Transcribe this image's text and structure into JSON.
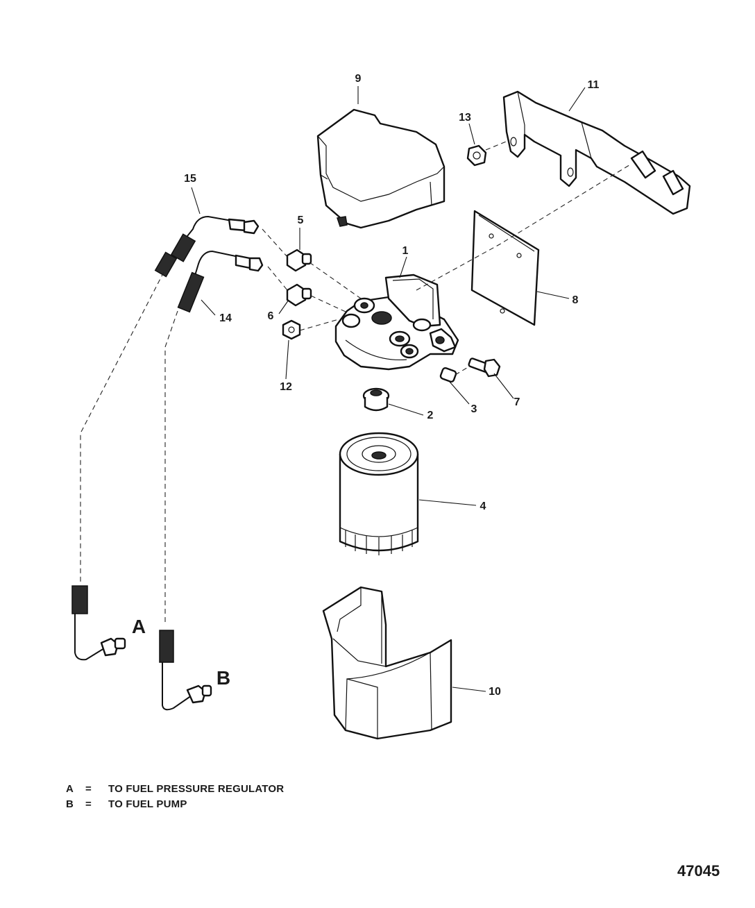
{
  "callouts": [
    "1",
    "2",
    "3",
    "4",
    "5",
    "6",
    "7",
    "8",
    "9",
    "10",
    "11",
    "12",
    "13",
    "14",
    "15"
  ],
  "connections": {
    "a": "A",
    "b": "B"
  },
  "legend": [
    {
      "key": "A",
      "sep": "=",
      "text": "TO FUEL PRESSURE REGULATOR"
    },
    {
      "key": "B",
      "sep": "=",
      "text": "TO FUEL PUMP"
    }
  ],
  "figure_number": "47045"
}
